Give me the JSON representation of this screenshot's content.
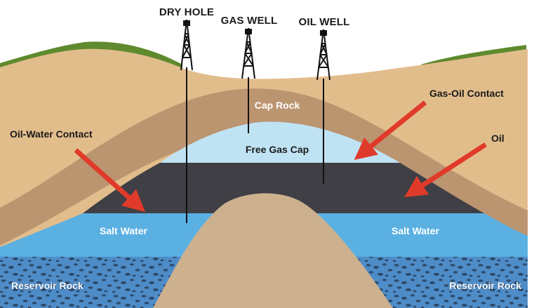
{
  "wells": {
    "dry_hole": "DRY HOLE",
    "gas_well": "GAS WELL",
    "oil_well": "OIL WELL"
  },
  "layers": {
    "cap_rock": "Cap Rock",
    "free_gas_cap": "Free Gas Cap",
    "salt_water_left": "Salt Water",
    "salt_water_right": "Salt Water",
    "reservoir_rock_left": "Reservoir Rock",
    "reservoir_rock_right": "Reservoir Rock"
  },
  "callouts": {
    "oil_water_contact": "Oil-Water Contact",
    "gas_oil_contact": "Gas-Oil Contact",
    "oil": "Oil"
  },
  "colors": {
    "grass": "#5f8a2e",
    "upper_sediment": "#e2bd8c",
    "cap_rock": "#bb9470",
    "gas": "#bfe3f3",
    "oil": "#3f3f45",
    "salt_water": "#5bb0e2",
    "reservoir": "#4e8cc8",
    "pebbles": "#2c4a6a",
    "mound": "#cdb18f",
    "arrow": "#e03a2a",
    "derrick": "#111111"
  }
}
